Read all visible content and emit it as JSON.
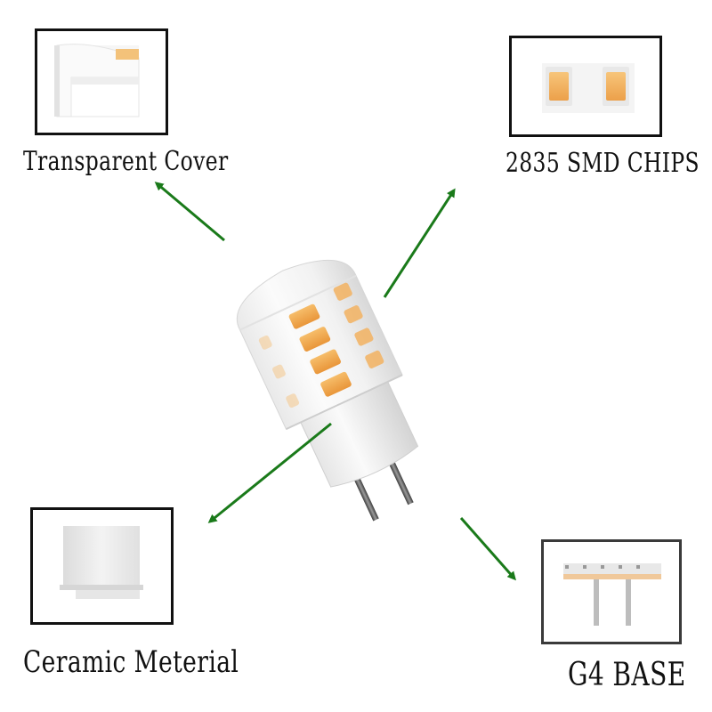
{
  "callouts": {
    "transparent_cover": "Transparent Cover",
    "smd_chips": "2835 SMD CHIPS",
    "ceramic": "Ceramic Meterial",
    "base": "G4 BASE"
  },
  "colors": {
    "arrow": "#1a7a1a",
    "led": "#f0a64a",
    "frame": "#111111",
    "ceramic": "#eeeeee",
    "pin": "#5a5a5a"
  }
}
